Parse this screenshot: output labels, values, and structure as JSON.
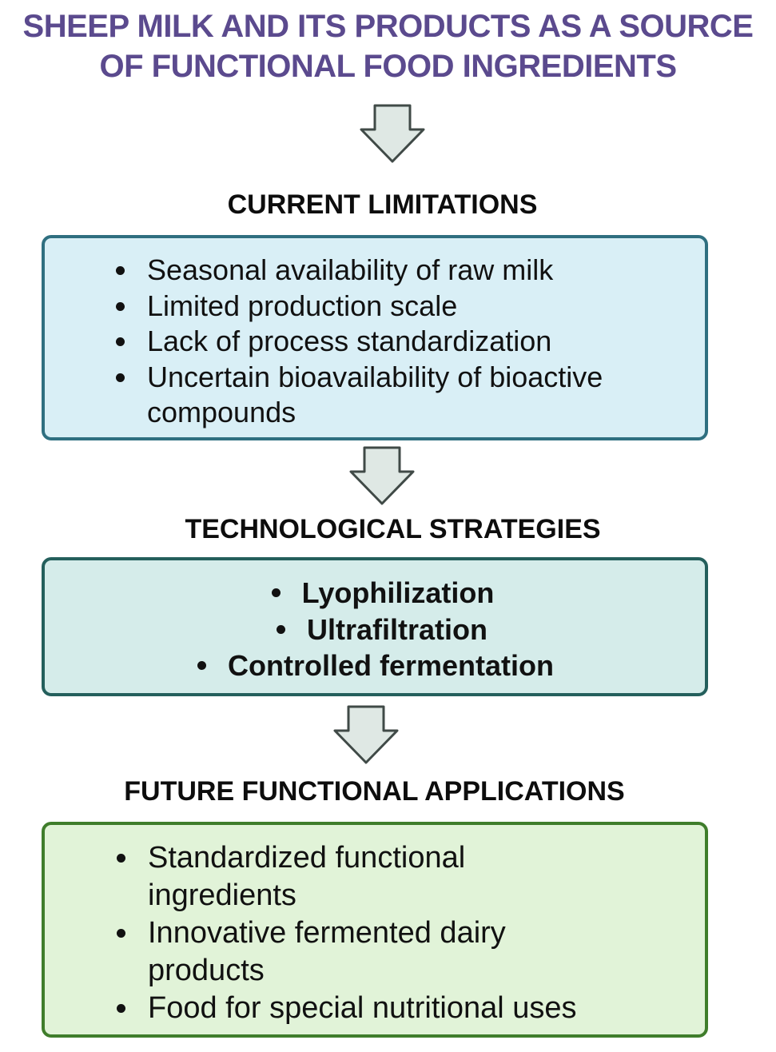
{
  "title": {
    "line1": "SHEEP MILK AND ITS PRODUCTS AS A SOURCE",
    "line2": "OF FUNCTIONAL FOOD INGREDIENTS"
  },
  "sections": {
    "limitations": {
      "heading": "CURRENT LIMITATIONS",
      "items": [
        "Seasonal availability of raw milk",
        "Limited production scale",
        "Lack of process standardization",
        "Uncertain bioavailability of bioactive compounds"
      ]
    },
    "strategies": {
      "heading": "TECHNOLOGICAL STRATEGIES",
      "items": [
        "Lyophilization",
        "Ultrafiltration",
        "Controlled fermentation"
      ]
    },
    "applications": {
      "heading": "FUTURE FUNCTIONAL APPLICATIONS",
      "items": [
        "Standardized functional ingredients",
        "Innovative fermented dairy products",
        "Food for special nutritional uses"
      ]
    }
  },
  "colors": {
    "title": "#5b4a8e",
    "arrow_fill": "#dfe8e4",
    "arrow_stroke": "#404a47",
    "limitations_fill": "#d9eff6",
    "limitations_border": "#2f6f80",
    "strategies_fill": "#d5ecea",
    "strategies_border": "#245f5c",
    "applications_fill": "#e1f3d8",
    "applications_border": "#3f7d2b"
  }
}
